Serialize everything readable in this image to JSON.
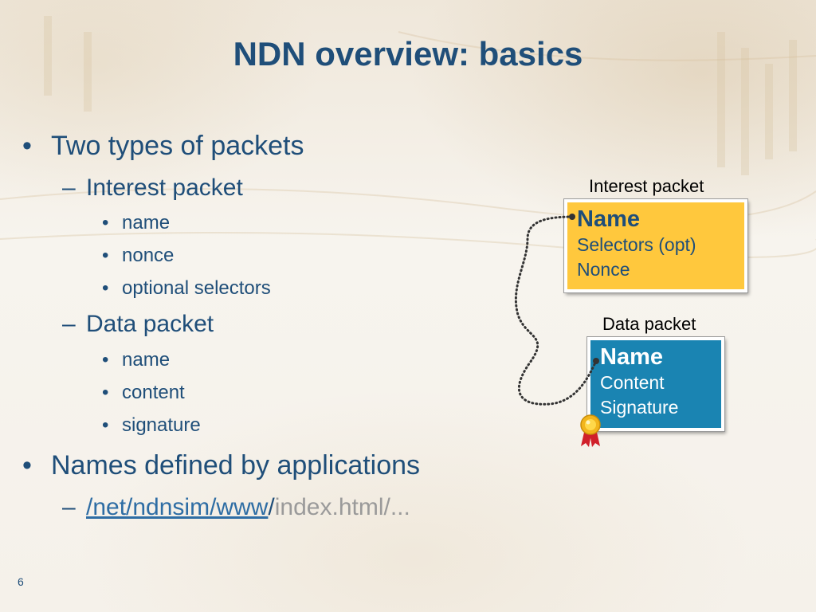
{
  "slide": {
    "title": "NDN overview: basics",
    "page_number": "6",
    "bullet_glyph": "•",
    "dash_glyph": "–"
  },
  "outline": {
    "b1": "Two types of packets",
    "b1_interest": "Interest packet",
    "b1_interest_items": [
      "name",
      "nonce",
      "optional selectors"
    ],
    "b1_data": "Data packet",
    "b1_data_items": [
      "name",
      "content",
      "signature"
    ],
    "b2": "Names defined by applications",
    "b2_url_link": "/net/ndnsim/www",
    "b2_url_sep": "/",
    "b2_url_rest": "index.html/..."
  },
  "diagram": {
    "interest_caption": "Interest packet",
    "interest_box": {
      "title": "Name",
      "lines": [
        "Selectors (opt)",
        "Nonce"
      ]
    },
    "data_caption": "Data packet",
    "data_box": {
      "title": "Name",
      "lines": [
        "Content",
        "Signature"
      ]
    },
    "colors": {
      "interest_fill": "#ffc83d",
      "data_fill": "#1a84b2",
      "title_text": "#1f4e79"
    },
    "icons": [
      "dotted-connector",
      "ribbon-seal-icon"
    ]
  }
}
